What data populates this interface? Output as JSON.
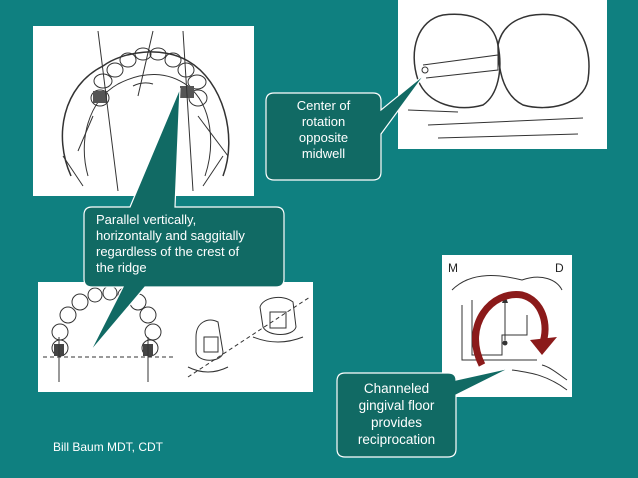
{
  "callouts": {
    "rotation": [
      "Center of",
      "rotation",
      "opposite",
      "midwell"
    ],
    "parallel": [
      "Parallel vertically,",
      "horizontally and saggitally",
      "regardless of the crest of",
      "the ridge"
    ],
    "channeled": [
      "Channeled",
      "gingival floor",
      "provides",
      "reciprocation"
    ]
  },
  "labels": {
    "m": "M",
    "d": "D"
  },
  "credit": "Bill Baum MDT, CDT",
  "colors": {
    "background": "#0f8080",
    "callout_fill": "#116a64",
    "callout_border": "#ffffff",
    "arrow": "#8b1a1a"
  }
}
